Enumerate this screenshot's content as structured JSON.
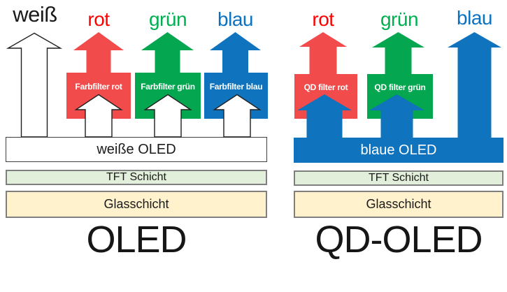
{
  "colors": {
    "red": "#F24B4B",
    "green": "#04A64F",
    "blue": "#0F73BD",
    "red_text": "#FF0000",
    "green_text": "#00B050",
    "blue_text": "#0C72C0",
    "tft_fill": "#E2EFDA",
    "glass_fill": "#FFF2CC",
    "layer_border": "#7F7F7F"
  },
  "left": {
    "title": "OLED",
    "light_label": "weiß",
    "channels": [
      {
        "label": "rot",
        "filter": "Farbfilter rot"
      },
      {
        "label": "grün",
        "filter": "Farbfilter grün"
      },
      {
        "label": "blau",
        "filter": "Farbfilter blau"
      }
    ],
    "layers": {
      "emitter": "weiße OLED",
      "tft": "TFT Schicht",
      "glass": "Glasschicht"
    }
  },
  "right": {
    "title": "QD-OLED",
    "channels": [
      {
        "label": "rot",
        "filter": "QD filter rot"
      },
      {
        "label": "grün",
        "filter": "QD filter grün"
      },
      {
        "label": "blau"
      }
    ],
    "layers": {
      "emitter": "blaue OLED",
      "tft": "TFT Schicht",
      "glass": "Glasschicht"
    }
  }
}
